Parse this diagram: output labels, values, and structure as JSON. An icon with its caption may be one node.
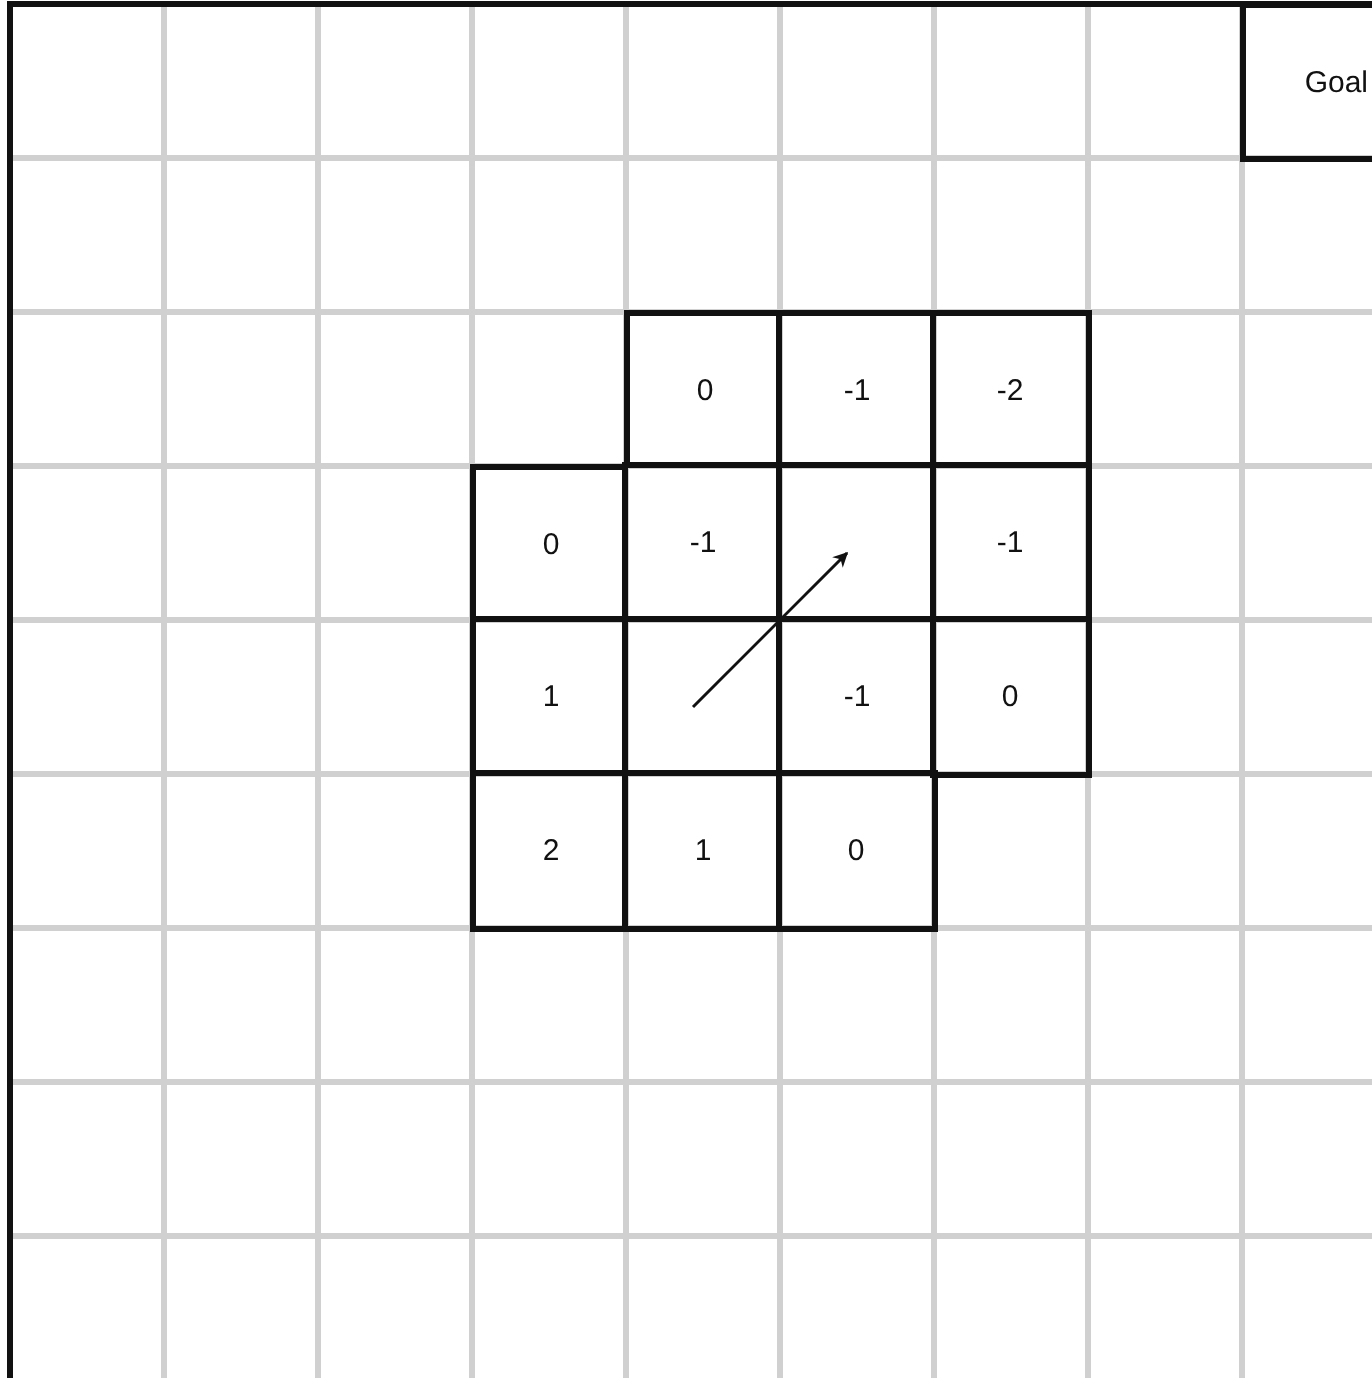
{
  "diagram": {
    "nodes": [
      {
        "text": [
          "Goal"
        ]
      },
      {
        "text": [
          "0"
        ]
      },
      {
        "text": [
          "-1"
        ]
      },
      {
        "text": [
          "-2"
        ]
      },
      {
        "text": [
          "0"
        ]
      },
      {
        "text": [
          "-1"
        ]
      },
      {
        "text": [],
        "shape": "box"
      },
      {
        "text": [
          "-1"
        ]
      },
      {
        "text": [
          "1"
        ]
      },
      {
        "text": [],
        "shape": "box"
      },
      {
        "text": [
          "-1"
        ]
      },
      {
        "text": [
          "0"
        ]
      },
      {
        "text": [
          "2"
        ]
      },
      {
        "text": [
          "1"
        ]
      },
      {
        "text": [
          "0"
        ]
      }
    ],
    "edges": [
      {
        "from": 9,
        "to": 6,
        "arrow": "to"
      }
    ]
  }
}
